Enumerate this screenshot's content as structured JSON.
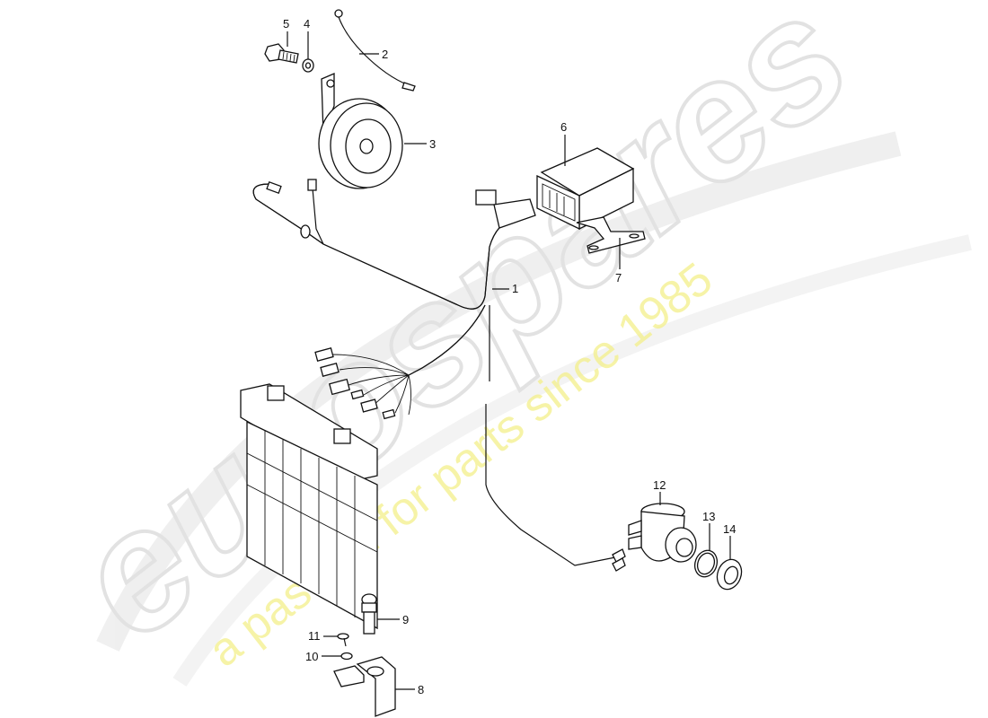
{
  "watermark": {
    "brand": "eurospares",
    "tagline": "a passion for parts since 1985",
    "brand_color": "#e6e6e6",
    "tagline_color": "#f3f08a"
  },
  "callouts": [
    {
      "id": "1",
      "part": "wiring-harness"
    },
    {
      "id": "2",
      "part": "ground-cable"
    },
    {
      "id": "3",
      "part": "horn"
    },
    {
      "id": "4",
      "part": "washer"
    },
    {
      "id": "5",
      "part": "bolt"
    },
    {
      "id": "6",
      "part": "control-unit"
    },
    {
      "id": "7",
      "part": "mounting-bracket"
    },
    {
      "id": "8",
      "part": "switch-bracket"
    },
    {
      "id": "9",
      "part": "contact-switch"
    },
    {
      "id": "10",
      "part": "washer"
    },
    {
      "id": "11",
      "part": "screw"
    },
    {
      "id": "12",
      "part": "lock-cylinder-switch"
    },
    {
      "id": "13",
      "part": "seal-ring"
    },
    {
      "id": "14",
      "part": "cover-ring"
    }
  ]
}
